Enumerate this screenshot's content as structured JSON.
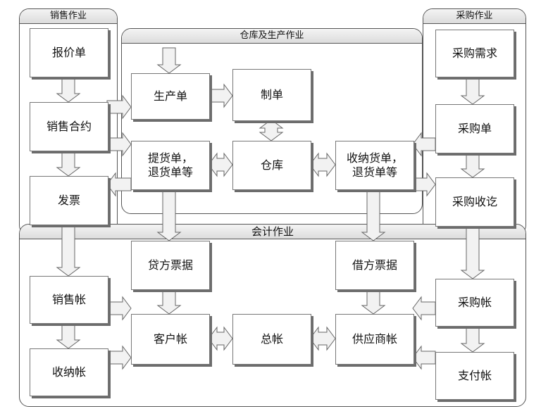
{
  "sections": {
    "sales": "销售作业",
    "warehouse": "仓库及生产作业",
    "purchase": "采购作业",
    "accounting": "会计作业"
  },
  "nodes": {
    "quote": "报价单",
    "sales_contract": "销售合约",
    "invoice": "发票",
    "production_order": "生产单",
    "manufacture": "制单",
    "delivery_note": "提货单，\n退货单等",
    "warehouse": "仓库",
    "receipt_note": "收纳货单，\n退货单等",
    "purchase_request": "采购需求",
    "purchase_order": "采购单",
    "purchase_receipt": "采购收讫",
    "credit_voucher": "贷方票据",
    "debit_voucher": "借方票据",
    "sales_account": "销售帐",
    "collection_account": "收纳帐",
    "customer_account": "客户帐",
    "general_ledger": "总帐",
    "supplier_account": "供应商帐",
    "purchase_account": "采购帐",
    "payment_account": "支付帐"
  },
  "colors": {
    "arrow_fill": "#f2f2f2",
    "arrow_stroke": "#666666",
    "box_shadow": "#6c6c6c",
    "panel_border": "#555555"
  }
}
